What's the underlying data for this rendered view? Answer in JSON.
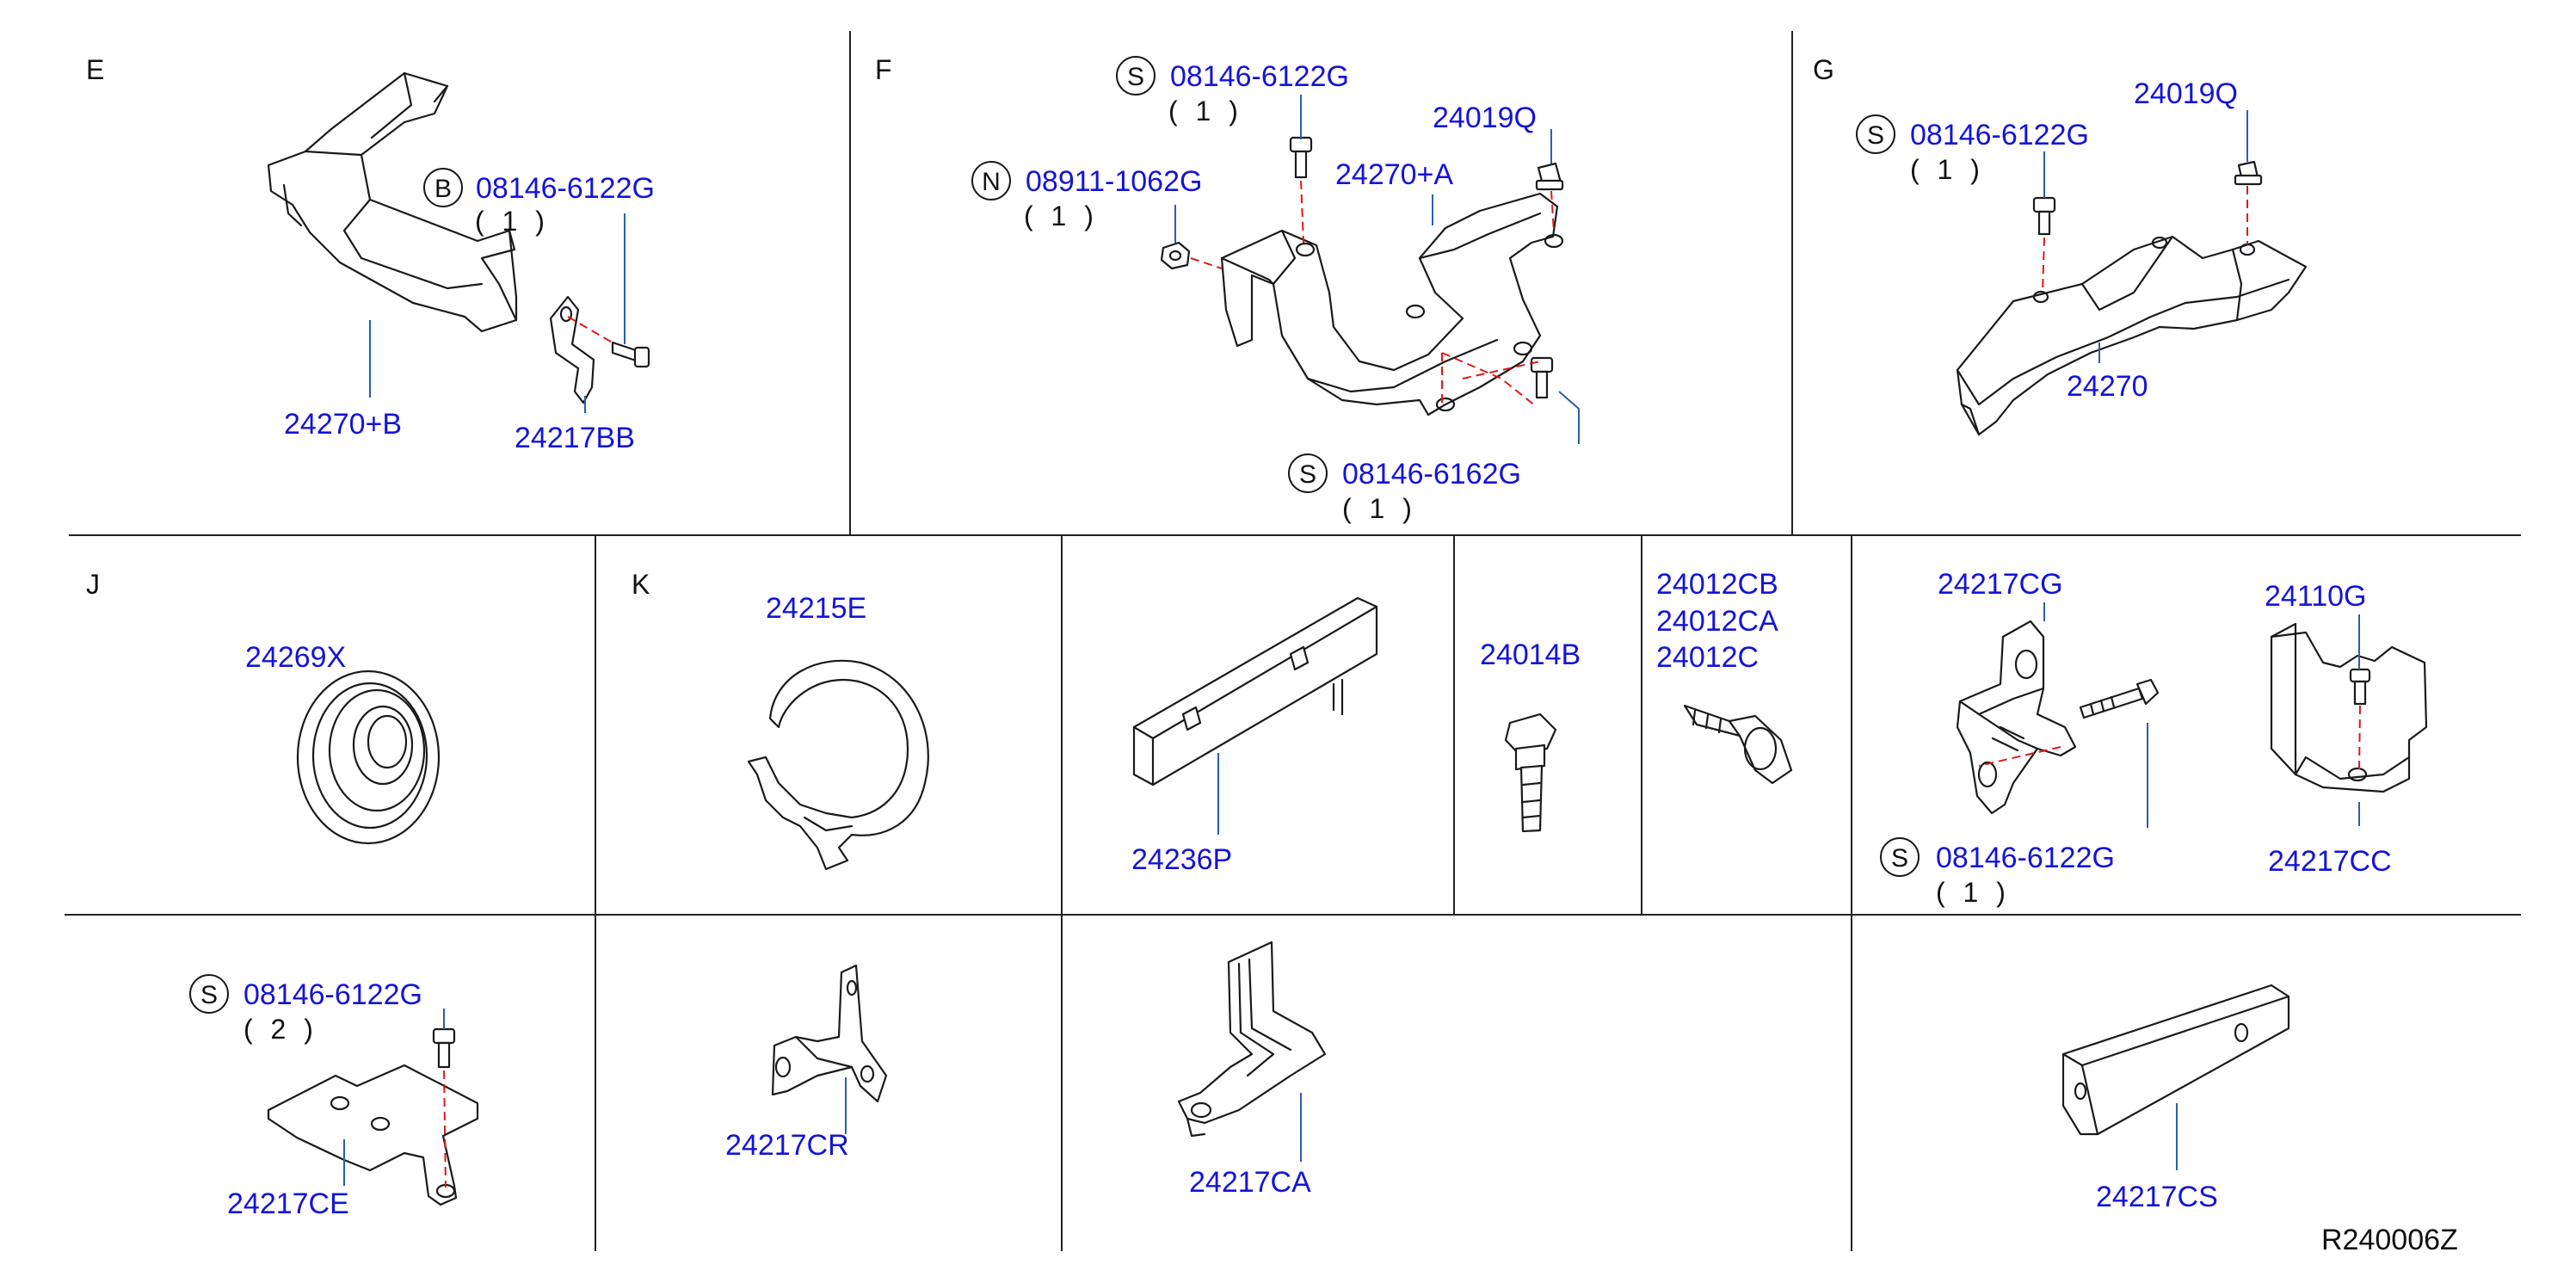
{
  "sections": {
    "E": "E",
    "F": "F",
    "G": "G",
    "J": "J",
    "K": "K"
  },
  "badges": {
    "B": "B",
    "N": "N",
    "S": "S"
  },
  "parts": {
    "e_bolt": "08146-6122G",
    "e_bolt_qty": "( 1 )",
    "e_bracket": "24270+B",
    "e_clip": "24217BB",
    "f_bolt_top": "08146-6122G",
    "f_bolt_top_qty": "( 1 )",
    "f_nut": "08911-1062G",
    "f_nut_qty": "( 1 )",
    "f_cap": "24019Q",
    "f_bracket": "24270+A",
    "f_bolt_bottom": "08146-6162G",
    "f_bolt_bottom_qty": "( 1 )",
    "g_bolt": "08146-6122G",
    "g_bolt_qty": "( 1 )",
    "g_cap": "24019Q",
    "g_bracket": "24270",
    "j_grommet": "24269X",
    "k_band": "24215E",
    "protector": "24236P",
    "clip_24014b": "24014B",
    "clip_cb": "24012CB",
    "clip_ca": "24012CA",
    "clip_c": "24012C",
    "bracket_cg": "24217CG",
    "bracket_cg_bolt": "08146-6122G",
    "bracket_cg_bolt_qty": "( 1 )",
    "bracket_110g": "24110G",
    "bracket_cc": "24217CC",
    "ce_bolt": "08146-6122G",
    "ce_bolt_qty": "( 2 )",
    "bracket_ce": "24217CE",
    "bracket_cr": "24217CR",
    "bracket_ca": "24217CA",
    "bracket_cs": "24217CS"
  },
  "reference": "R240006Z",
  "colors": {
    "part_number": "#1414d8",
    "leader": "#2a5fa8",
    "alignment": "#e01818"
  }
}
